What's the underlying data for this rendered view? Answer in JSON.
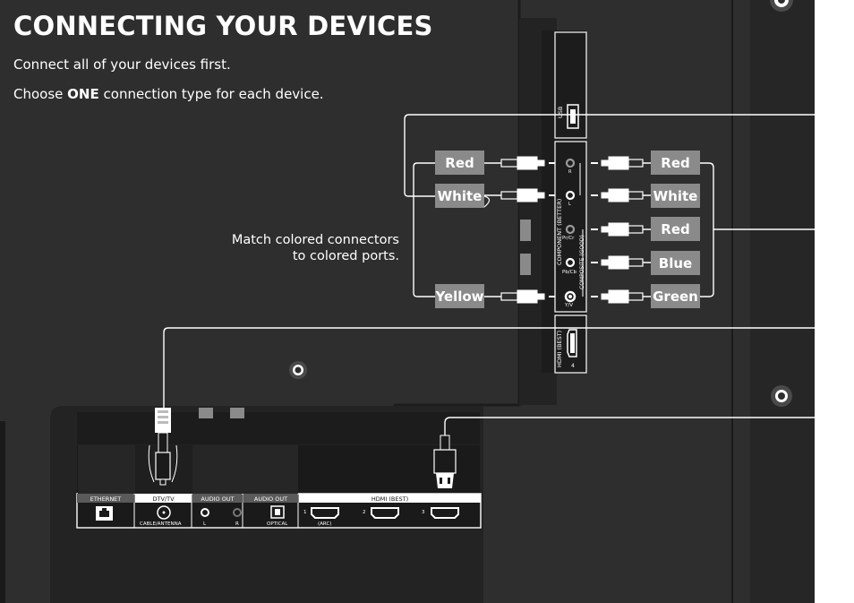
{
  "page": {
    "title": "CONNECTING YOUR DEVICES",
    "intro_line1": "Connect all of your devices first.",
    "intro_line2_pre": "Choose",
    "intro_line2_bold": "ONE",
    "intro_line2_post": "connection type for each device.",
    "match_note_line1": "Match colored connectors",
    "match_note_line2": "to colored ports."
  },
  "side_panel": {
    "usb_label": "USB",
    "component_label": "COMPONENT (BETTER)",
    "composite_label": "COMPOSITE (GOOD)",
    "hdmi_label": "HDMI (BEST)",
    "hdmi_number": "4",
    "ports": [
      {
        "label": "R"
      },
      {
        "label": "L"
      },
      {
        "label": "Pr/Cr"
      },
      {
        "label": "Pb/Cb"
      },
      {
        "label": "Y/V"
      }
    ]
  },
  "left_cable_labels": [
    "Red",
    "White",
    "Yellow"
  ],
  "right_cable_labels": [
    "Red",
    "White",
    "Red",
    "Blue",
    "Green"
  ],
  "bottom_panel": {
    "ethernet": "ETHERNET",
    "dtv": "DTV/TV",
    "dtv_sub": "CABLE/ANTENNA",
    "audio_out_1": "AUDIO OUT",
    "audio_l": "L",
    "audio_r": "R",
    "audio_out_2": "AUDIO OUT",
    "optical": "OPTICAL",
    "hdmi": "HDMI (BEST)",
    "hdmi_1": "1",
    "hdmi_2": "2",
    "hdmi_3": "3",
    "arc": "(ARC)"
  },
  "colors": {
    "tv_body": "#2e2e2e",
    "tv_panel_dark": "#1c1c1c",
    "label_gray": "#8a8a8a",
    "cable_white": "#ffffff"
  }
}
